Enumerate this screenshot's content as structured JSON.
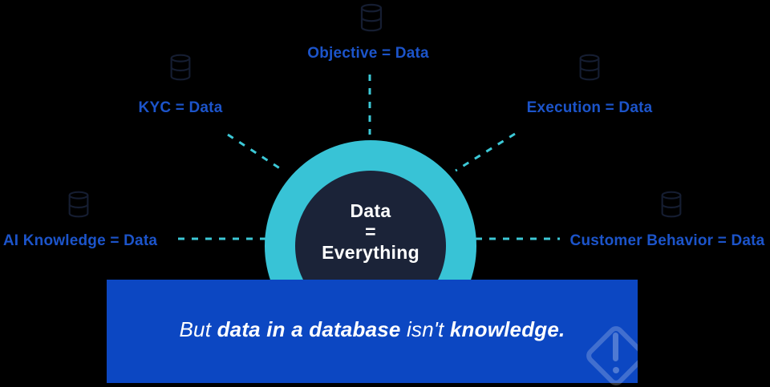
{
  "center": {
    "lines": [
      "Data",
      "=",
      "Everything"
    ]
  },
  "nodes": [
    {
      "id": "objective",
      "label": "Objective = Data",
      "icon": "database-icon"
    },
    {
      "id": "kyc",
      "label": "KYC = Data",
      "icon": "database-icon"
    },
    {
      "id": "execution",
      "label": "Execution = Data",
      "icon": "database-icon"
    },
    {
      "id": "ai-knowledge",
      "label": "AI Knowledge = Data",
      "icon": "database-icon"
    },
    {
      "id": "customer-behavior",
      "label": "Customer Behavior = Data",
      "icon": "database-icon"
    }
  ],
  "banner": {
    "segments": [
      {
        "text": "But ",
        "bold": false
      },
      {
        "text": "data in a database",
        "bold": true
      },
      {
        "text": " isn't ",
        "bold": false
      },
      {
        "text": "knowledge.",
        "bold": true
      }
    ],
    "warning_icon": "alert-diamond-icon"
  },
  "colors": {
    "background": "#000000",
    "ring_teal": "#38C3D6",
    "dash_teal": "#3CC8D6",
    "core_navy": "#1B2338",
    "label_blue": "#1C54CA",
    "banner_blue": "#0C47C2",
    "text_white": "#FFFFFF"
  }
}
